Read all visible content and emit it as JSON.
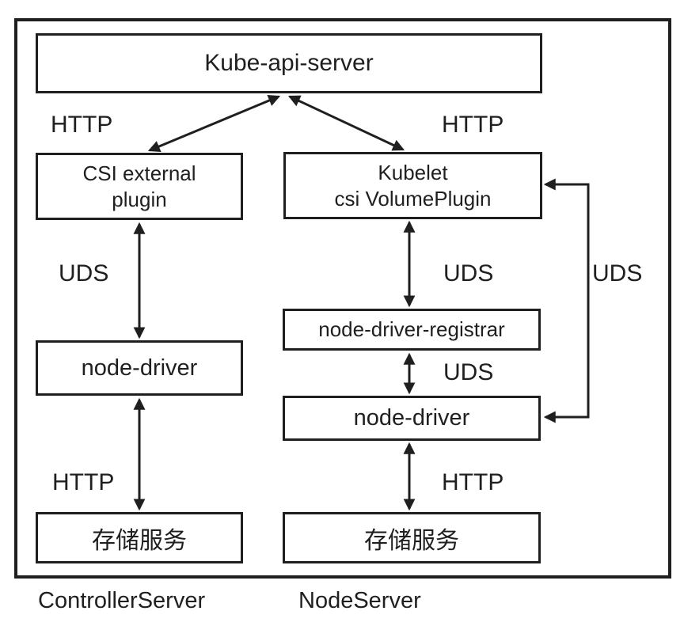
{
  "nodes": {
    "kubeApiServer": {
      "label": "Kube-api-server"
    },
    "csiExternalPlugin": {
      "line1": "CSI external",
      "line2": "plugin"
    },
    "kubelet": {
      "line1": "Kubelet",
      "line2": "csi VolumePlugin"
    },
    "nodeDriverRegistrar": {
      "label": "node-driver-registrar"
    },
    "nodeDriverLeft": {
      "label": "node-driver"
    },
    "nodeDriverRight": {
      "label": "node-driver"
    },
    "storageServiceLeft": {
      "label": "存储服务"
    },
    "storageServiceRight": {
      "label": "存储服务"
    }
  },
  "edgeLabels": {
    "httpTopLeft": "HTTP",
    "httpTopRight": "HTTP",
    "udsLeft": "UDS",
    "udsKubeletToRegistrar": "UDS",
    "udsRegistrarToDriver": "UDS",
    "udsKubeletToDriverBypass": "UDS",
    "httpBottomLeft": "HTTP",
    "httpBottomRight": "HTTP"
  },
  "sectionLabels": {
    "controllerServer": "ControllerServer",
    "nodeServer": "NodeServer"
  },
  "colors": {
    "line": "#1f1f1f",
    "background": "#ffffff"
  }
}
